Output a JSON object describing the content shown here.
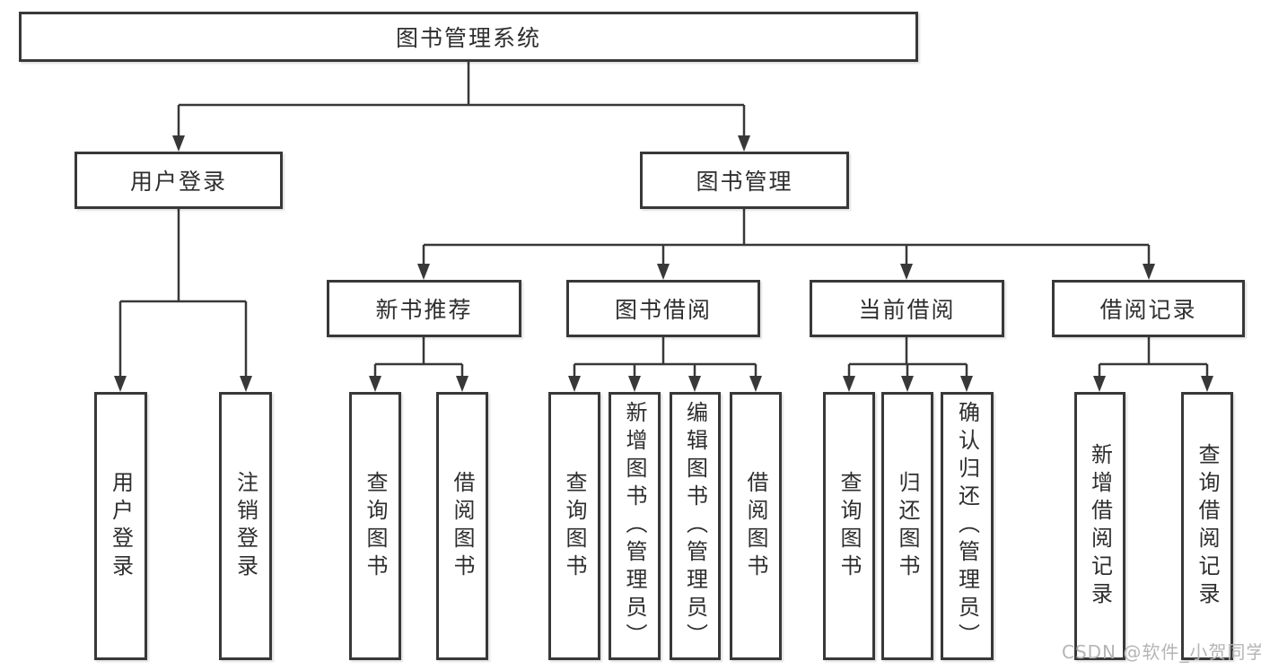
{
  "diagram": {
    "type": "hierarchy-tree",
    "root": {
      "label": "图书管理系统",
      "children": [
        {
          "label": "用户登录",
          "children": [
            {
              "label": "用户登录"
            },
            {
              "label": "注销登录"
            }
          ]
        },
        {
          "label": "图书管理",
          "children": [
            {
              "label": "新书推荐",
              "children": [
                {
                  "label": "查询图书"
                },
                {
                  "label": "借阅图书"
                }
              ]
            },
            {
              "label": "图书借阅",
              "children": [
                {
                  "label": "查询图书"
                },
                {
                  "label": "新增图书（管理员）"
                },
                {
                  "label": "编辑图书（管理员）"
                },
                {
                  "label": "借阅图书"
                }
              ]
            },
            {
              "label": "当前借阅",
              "children": [
                {
                  "label": "查询图书"
                },
                {
                  "label": "归还图书"
                },
                {
                  "label": "确认归还（管理员）"
                }
              ]
            },
            {
              "label": "借阅记录",
              "children": [
                {
                  "label": "新增借阅记录"
                },
                {
                  "label": "查询借阅记录"
                }
              ]
            }
          ]
        }
      ]
    }
  },
  "watermark": {
    "text": "CSDN @软件_小贺同学"
  },
  "colors": {
    "line": "#383838",
    "box_border": "#383838",
    "text": "#2e2e2e",
    "watermark": "#b5b5b5",
    "background": "#ffffff"
  }
}
